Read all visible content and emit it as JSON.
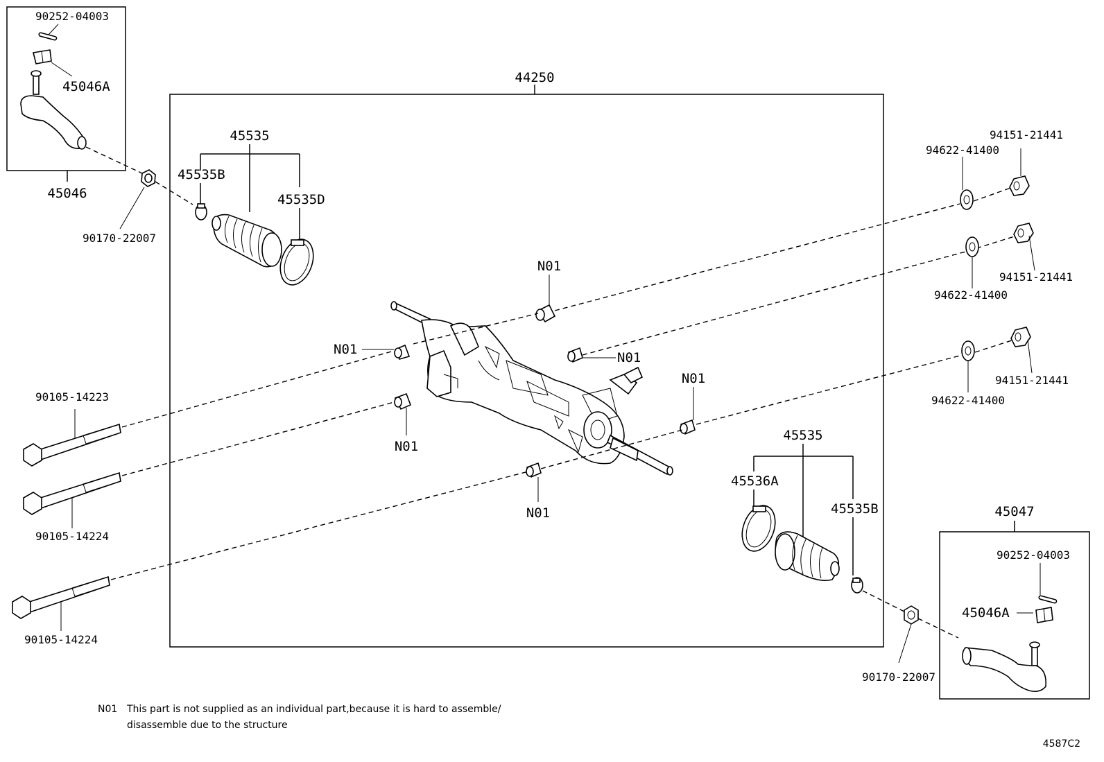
{
  "diagram": {
    "labels": {
      "assembly_main": "44250",
      "boot_set_upper": "45535",
      "clamp_upper_small": "45535B",
      "clamp_upper_large": "45535D",
      "tie_rod_left": "45046",
      "cotter_pin_left": "90252-04003",
      "castle_nut_left": "45046A",
      "nut_left": "90170-22007",
      "boot_set_lower": "45535",
      "clamp_lower_large": "45536A",
      "clamp_lower_small": "45535B",
      "tie_rod_right": "45047",
      "cotter_pin_right": "90252-04003",
      "castle_nut_right": "45046A",
      "nut_right": "90170-22007",
      "bolt_1": "90105-14223",
      "bolt_2": "90105-14224",
      "bolt_3": "90105-14224",
      "nut_r1": "94151-21441",
      "washer_r1": "94622-41400",
      "nut_r2": "94151-21441",
      "washer_r2": "94622-41400",
      "nut_r3": "94151-21441",
      "washer_r3": "94622-41400",
      "n01_a": "N01",
      "n01_b": "N01",
      "n01_c": "N01",
      "n01_d": "N01",
      "n01_e": "N01",
      "n01_f": "N01"
    },
    "footnote": {
      "code": "N01",
      "line1": "This part is not supplied as an individual part,because it is hard to assemble/",
      "line2": "disassemble due to the structure"
    },
    "figure_id": "4587C2"
  }
}
